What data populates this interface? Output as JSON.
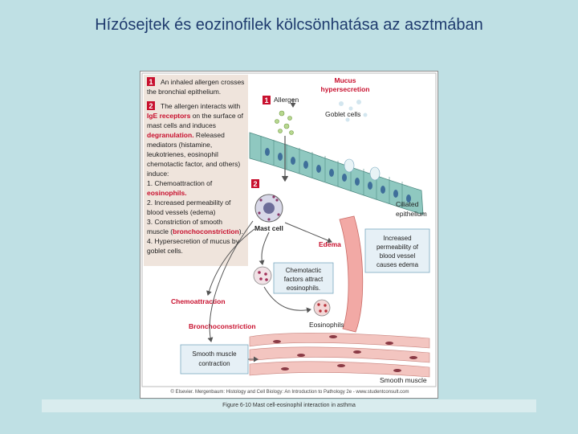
{
  "slide": {
    "title": "Hízósejtek és eozinofilek kölcsönhatása az asztmában"
  },
  "panel": {
    "step1_number": "1",
    "step1_text": [
      "An inhaled allergen crosses",
      "the bronchial epithelium."
    ],
    "step2_number": "2",
    "step2_line1": "The allergen interacts with",
    "step2_line2_highlight": "IgE receptors",
    "step2_line2_rest": " on the surface of",
    "step2_line3": "mast cells and induces",
    "step2_line4_highlight": "degranulation.",
    "step2_line4_rest": " Released",
    "step2_more": [
      "mediators (histamine,",
      "leukotrienes, eosinophil",
      "chemotactic factor, and others)",
      "induce:",
      "1. Chemoattraction of"
    ],
    "eosinophils_highlight": "eosinophils.",
    "list_more": [
      "2. Increased permeability of",
      "blood vessels (edema)",
      "3. Constriction of smooth"
    ],
    "muscle_prefix": "muscle (",
    "broncho_highlight": "bronchoconstriction",
    "muscle_suffix": ").",
    "list_end": [
      "4. Hypersecretion of mucus by",
      "goblet cells."
    ]
  },
  "labels": {
    "mucus_hyper": [
      "Mucus",
      "hypersecretion"
    ],
    "allergen_number": "1",
    "allergen": "Allergen",
    "goblet": "Goblet cells",
    "step2_marker": "2",
    "ciliated": [
      "Ciliated",
      "epithelium"
    ],
    "mast_cell": "Mast cell",
    "edema": "Edema",
    "permeability_box": [
      "Increased",
      "permeability of",
      "blood vessel",
      "causes edema"
    ],
    "chemotactic": [
      "Chemotactic",
      "factors attract",
      "eosinophils."
    ],
    "chemoattraction": "Chemoattraction",
    "bronchoconstriction": "Bronchoconstriction",
    "eosinophils": "Eosinophils",
    "smooth_contraction": [
      "Smooth muscle",
      "contraction"
    ],
    "smooth_muscle": "Smooth muscle"
  },
  "credit": "© Elsevier. Mergenbaum: Histology and Cell Biology: An Introduction to Pathology 2e - www.studentconsult.com",
  "caption": "Figure 6-10 Mast cell-eosinophil interaction in asthma",
  "colors": {
    "highlight_red": "#c8102e",
    "panel_bg": "#efe4dc",
    "epithelium": "#8fc8c0",
    "vessel": "#f2a9a5",
    "muscle": "#f3c5c0",
    "box_fill": "#e6f0f6"
  }
}
